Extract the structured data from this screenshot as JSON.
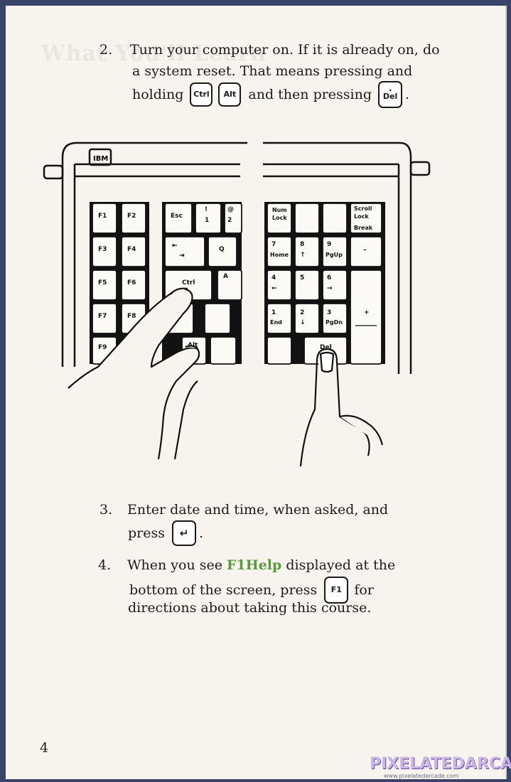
{
  "ghost_heading": "What You'll Learn",
  "step2": {
    "number": "2.",
    "line1": "Turn your computer on. If it is already on, do",
    "line2": "a system reset. That means pressing and",
    "line3_a": "holding",
    "key_ctrl": "Ctrl",
    "key_alt": "Alt",
    "line3_b": "and then pressing",
    "key_del": "Del",
    "line3_c": "."
  },
  "keyboard": {
    "brand": "IBM",
    "function_keys": [
      "F1",
      "F2",
      "F3",
      "F4",
      "F5",
      "F6",
      "F7",
      "F8",
      "F9"
    ],
    "main_keys": {
      "esc": "Esc",
      "one": "1",
      "exclam": "!",
      "at": "@",
      "two": "2",
      "q": "Q",
      "ctrl": "Ctrl",
      "a": "A",
      "alt": "Alt"
    },
    "numpad": {
      "num_lock": [
        "Num",
        "Lock"
      ],
      "scroll_lock": [
        "Scroll",
        "Lock"
      ],
      "break": "Break",
      "home": [
        "7",
        "Home"
      ],
      "up": [
        "8",
        "↑"
      ],
      "pgup": [
        "9",
        "PgUp"
      ],
      "minus": "–",
      "left": [
        "4",
        "←"
      ],
      "five": "5",
      "right": [
        "6",
        "→"
      ],
      "end": [
        "1",
        "End"
      ],
      "down": [
        "2",
        "↓"
      ],
      "pgdn": [
        "3",
        "PgDn"
      ],
      "plus": "+",
      "del": "Del"
    }
  },
  "step3": {
    "number": "3.",
    "line1": "Enter date and time, when asked, and",
    "line2_a": "press",
    "line2_b": "."
  },
  "step4": {
    "number": "4.",
    "line1_a": "When you see",
    "highlight": "F1Help",
    "line1_b": "displayed at the",
    "line2_a": "bottom of the screen, press",
    "key_f1": "F1",
    "line2_b": "for",
    "line3": "directions about taking this course."
  },
  "page_number": "4",
  "watermark": "PIXELATEDARCADE",
  "watermark_url": "www.pixelatedarcade.com",
  "colors": {
    "highlight": "#5a9a3c",
    "page": "#f7f4ef",
    "background": "#3a4468"
  }
}
